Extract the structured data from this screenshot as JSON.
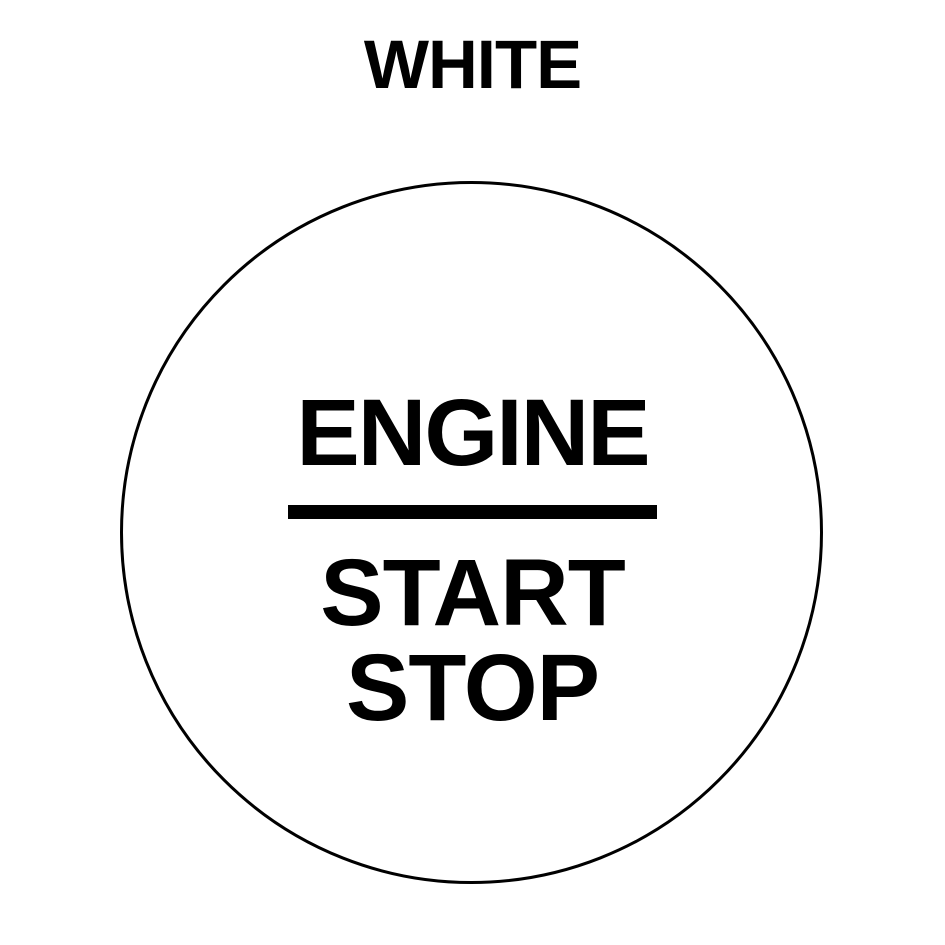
{
  "page": {
    "background_color": "#ffffff",
    "foreground_color": "#000000"
  },
  "header": {
    "title": "WHITE"
  },
  "button": {
    "shape": "circle",
    "border_color": "#000000",
    "fill_color": "#ffffff",
    "text_color": "#000000",
    "label_top": "ENGINE",
    "label_middle": "START",
    "label_bottom": "STOP",
    "divider_color": "#000000"
  }
}
